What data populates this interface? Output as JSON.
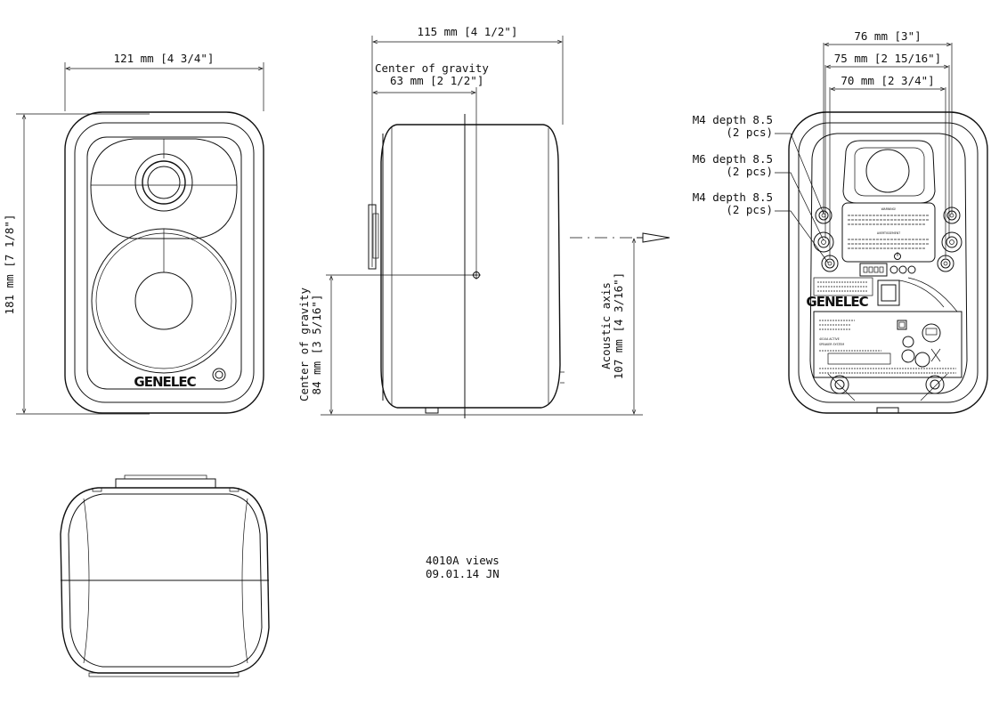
{
  "front_view": {
    "width_dim": "121 mm [4 3/4\"]",
    "height_dim": "181 mm [7 1/8\"]",
    "logo": "GENELEC"
  },
  "side_view": {
    "depth_dim": "115 mm [4 1/2\"]",
    "cog_title": "Center of gravity",
    "cog_depth_dim": "63 mm [2 1/2\"]",
    "cog_height_title": "Center of gravity",
    "cog_height_dim": "84 mm [3 5/16\"]",
    "acoustic_title": "Acoustic axis",
    "acoustic_dim": "107 mm [4 3/16\"]"
  },
  "rear_view": {
    "dim_outer": "76 mm [3\"]",
    "dim_mid": "75 mm [2 15/16\"]",
    "dim_inner": "70 mm [2 3/4\"]",
    "callouts": [
      {
        "line1": "M4 depth 8.5",
        "line2": "(2 pcs)"
      },
      {
        "line1": "M6 depth 8.5",
        "line2": "(2 pcs)"
      },
      {
        "line1": "M4 depth 8.5",
        "line2": "(2 pcs)"
      }
    ],
    "logo": "GENELEC",
    "warning_title": "WARNING!",
    "warning_fr_title": "AVERTISSEMENT",
    "model_label": "4010A ACTIVE",
    "system_label": "SPEAKER SYSTEM"
  },
  "title_block": {
    "line1": "4010A views",
    "line2": "09.01.14  JN"
  }
}
